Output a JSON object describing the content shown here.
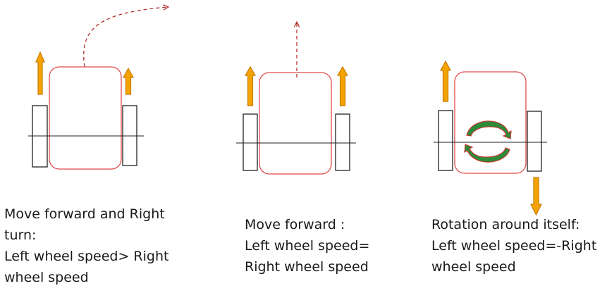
{
  "colors": {
    "body_outline": "#e04b4b",
    "wheel_outline": "#222222",
    "axle": "#222222",
    "arrow_fill": "#f5a300",
    "arrow_stroke": "#c77a00",
    "path_dashed": "#b03030",
    "rotation_fill": "#2e8b3a",
    "rotation_stroke": "#d03030"
  },
  "icons": {
    "forward_arrow": "up-arrow-icon",
    "backward_arrow": "down-arrow-icon",
    "rotation": "rotation-arrows-icon"
  },
  "panels": [
    {
      "id": "right-turn",
      "caption": [
        "Move forward and Right",
        "turn:",
        "Left wheel speed> Right",
        "wheel speed"
      ]
    },
    {
      "id": "forward",
      "caption": [
        "Move forward :",
        "Left wheel speed=",
        "Right wheel speed"
      ]
    },
    {
      "id": "rotation",
      "caption": [
        "Rotation around itself:",
        "Left wheel speed=-Right",
        "wheel speed"
      ]
    }
  ]
}
